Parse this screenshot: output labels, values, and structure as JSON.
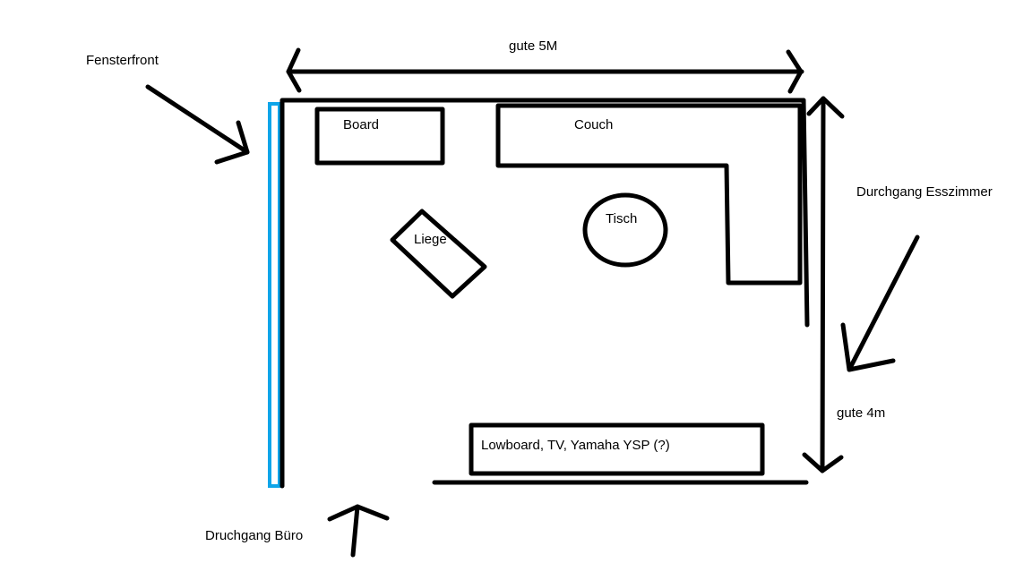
{
  "diagram": {
    "type": "room floor plan sketch",
    "colors": {
      "ink": "#000000",
      "window": "#0ea5e9",
      "background": "#ffffff"
    },
    "dimensions": {
      "width_label": "gute 5M",
      "depth_label": "gute 4m"
    },
    "furniture": [
      {
        "id": "board",
        "label": "Board",
        "shape": "rectangle"
      },
      {
        "id": "couch",
        "label": "Couch",
        "shape": "L-shape"
      },
      {
        "id": "tisch",
        "label": "Tisch",
        "shape": "ellipse"
      },
      {
        "id": "liege",
        "label": "Liege",
        "shape": "rotated rectangle"
      },
      {
        "id": "lowboard",
        "label": "Lowboard, TV, Yamaha YSP (?)",
        "shape": "rectangle"
      }
    ],
    "annotations": {
      "window": "Fensterfront",
      "passage_dining": "Durchgang Esszimmer",
      "passage_office": "Druchgang Büro"
    }
  }
}
